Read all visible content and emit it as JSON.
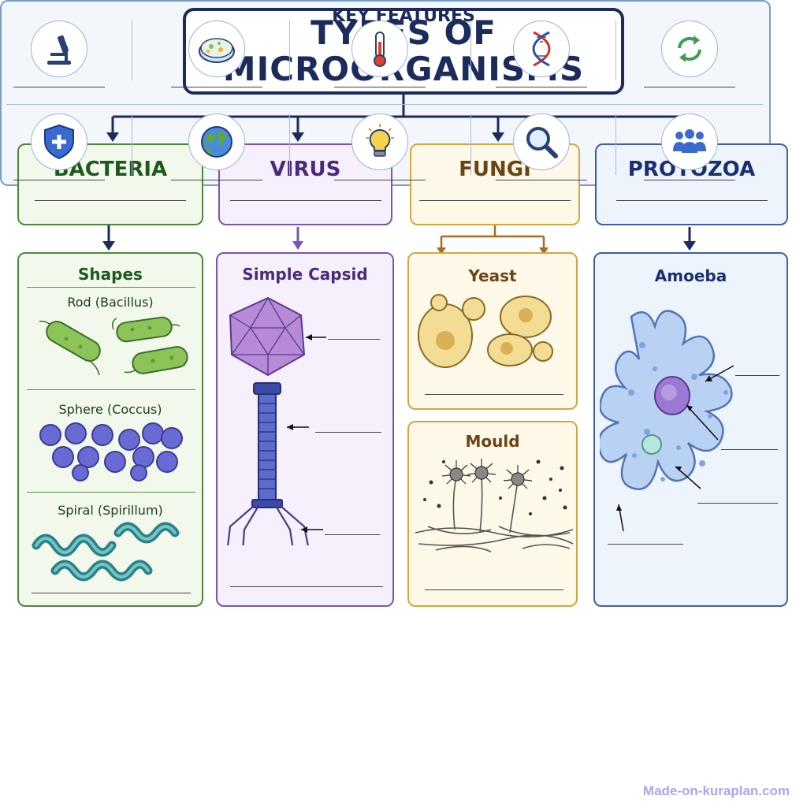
{
  "title": {
    "line1": "TYPES OF",
    "line2": "MICROORGANISMS"
  },
  "categories": [
    {
      "name": "BACTERIA",
      "color": "#1e5a1e"
    },
    {
      "name": "VIRUS",
      "color": "#4a2a7a"
    },
    {
      "name": "FUNGI",
      "color": "#6b4314"
    },
    {
      "name": "PROTOZOA",
      "color": "#1a2f72"
    }
  ],
  "bacteria": {
    "heading": "Shapes",
    "shapes": [
      "Rod (Bacillus)",
      "Sphere (Coccus)",
      "Spiral (Spirillum)"
    ]
  },
  "virus": {
    "heading": "Simple Capsid"
  },
  "fungi": {
    "yeast": "Yeast",
    "mould": "Mould"
  },
  "protozoa": {
    "heading": "Amoeba"
  },
  "key_features": {
    "title": "KEY FEATURES",
    "icons": [
      "microscope-icon",
      "petri-dish-icon",
      "thermometer-icon",
      "dna-icon",
      "recycle-icon",
      "shield-icon",
      "globe-icon",
      "lightbulb-icon",
      "magnifier-icon",
      "people-icon"
    ]
  },
  "watermark": "Made-on-kuraplan.com",
  "colors": {
    "bacteria_bg": "#f2f9ec",
    "bacteria_border": "#4b8a3a",
    "virus_bg": "#f5f0fb",
    "virus_border": "#7b55b0",
    "fungi_bg": "#fdf8e8",
    "fungi_border": "#d4a640",
    "protozoa_bg": "#eef4fc",
    "protozoa_border": "#3e5fa8"
  }
}
